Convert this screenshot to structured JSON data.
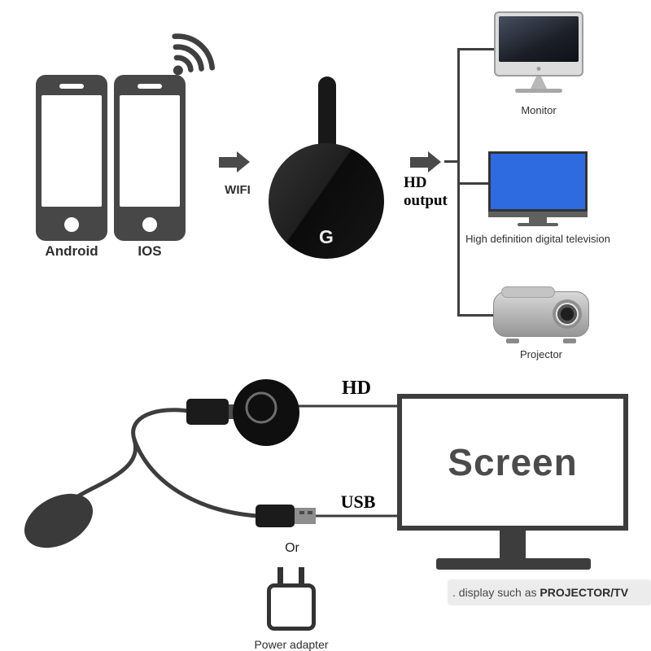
{
  "colors": {
    "diagram_gray": "#3f3f3f",
    "dongle_black": "#111111",
    "tv_screen_blue": "#2e6be0"
  },
  "top": {
    "android_label": "Android",
    "ios_label": "IOS",
    "wifi_label": "WIFI",
    "dongle_logo": "G",
    "hd_output_line1": "HD",
    "hd_output_line2": "output",
    "monitor_label": "Monitor",
    "tv_label": "High definition digital television",
    "projector_label": "Projector"
  },
  "bottom": {
    "hd_label": "HD",
    "usb_label": "USB",
    "or_label": "Or",
    "power_adapter_label": "Power adapter",
    "screen_label": "Screen",
    "caption_prefix": ".",
    "caption_text": " display such as ",
    "caption_bold": "PROJECTOR/TV"
  }
}
